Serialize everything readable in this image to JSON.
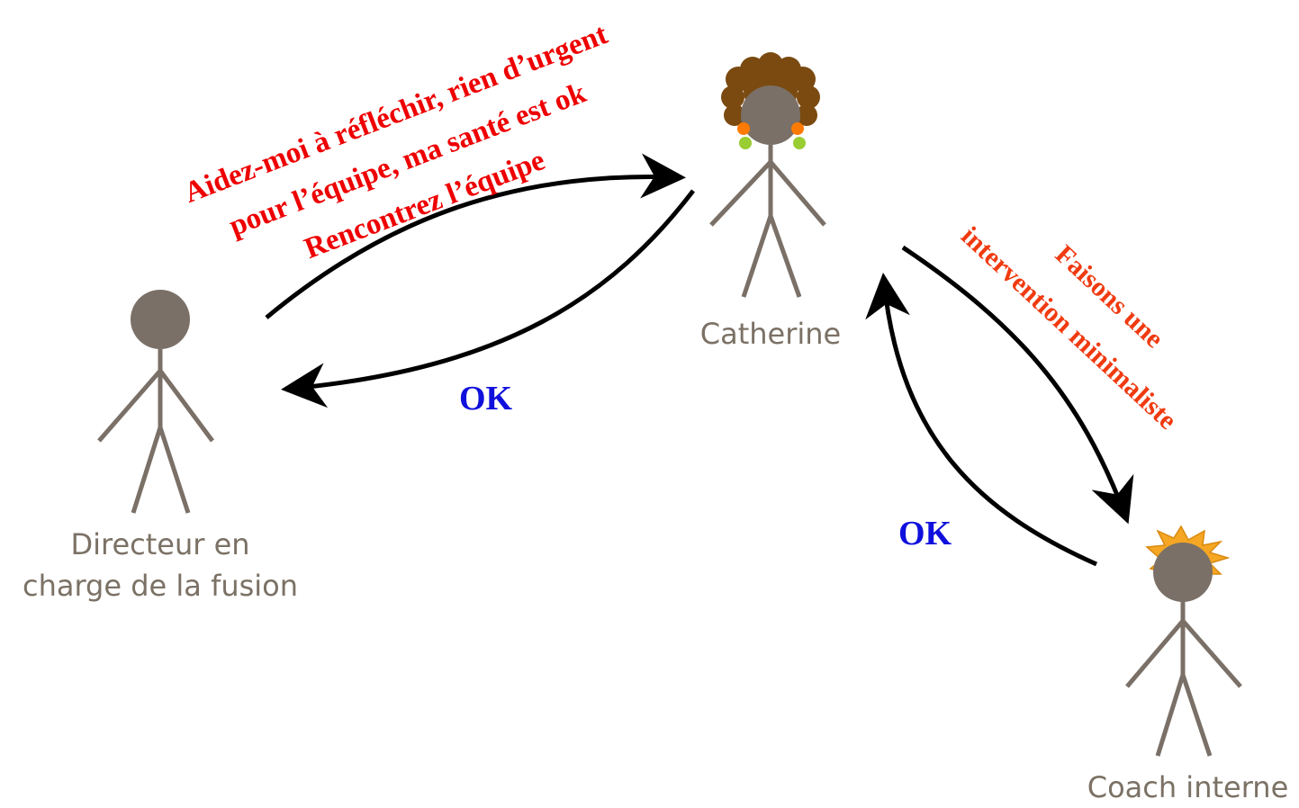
{
  "people": {
    "director": {
      "label_line1": "Directeur en",
      "label_line2": "charge de la fusion"
    },
    "catherine": {
      "label": "Catherine"
    },
    "coach": {
      "label": "Coach interne"
    }
  },
  "messages": {
    "director_to_catherine": {
      "line1": "Aidez-moi à réfléchir, rien d’urgent",
      "line2": "pour l’équipe, ma santé est ok",
      "line3": "Rencontrez l’équipe"
    },
    "catherine_to_director": "OK",
    "catherine_to_coach": {
      "line1": "Faisons une",
      "line2": "intervention minimaliste"
    },
    "coach_to_catherine": "OK"
  },
  "colors": {
    "figure": "#7a7067",
    "request_text": "#ee0000",
    "proposal_text": "#f03a10",
    "ok_text": "#1010dd",
    "hair": "#7a4a10",
    "earring_orange": "#ff7a00",
    "earring_green": "#9acd32",
    "spiky_hair": "#f5a623"
  }
}
